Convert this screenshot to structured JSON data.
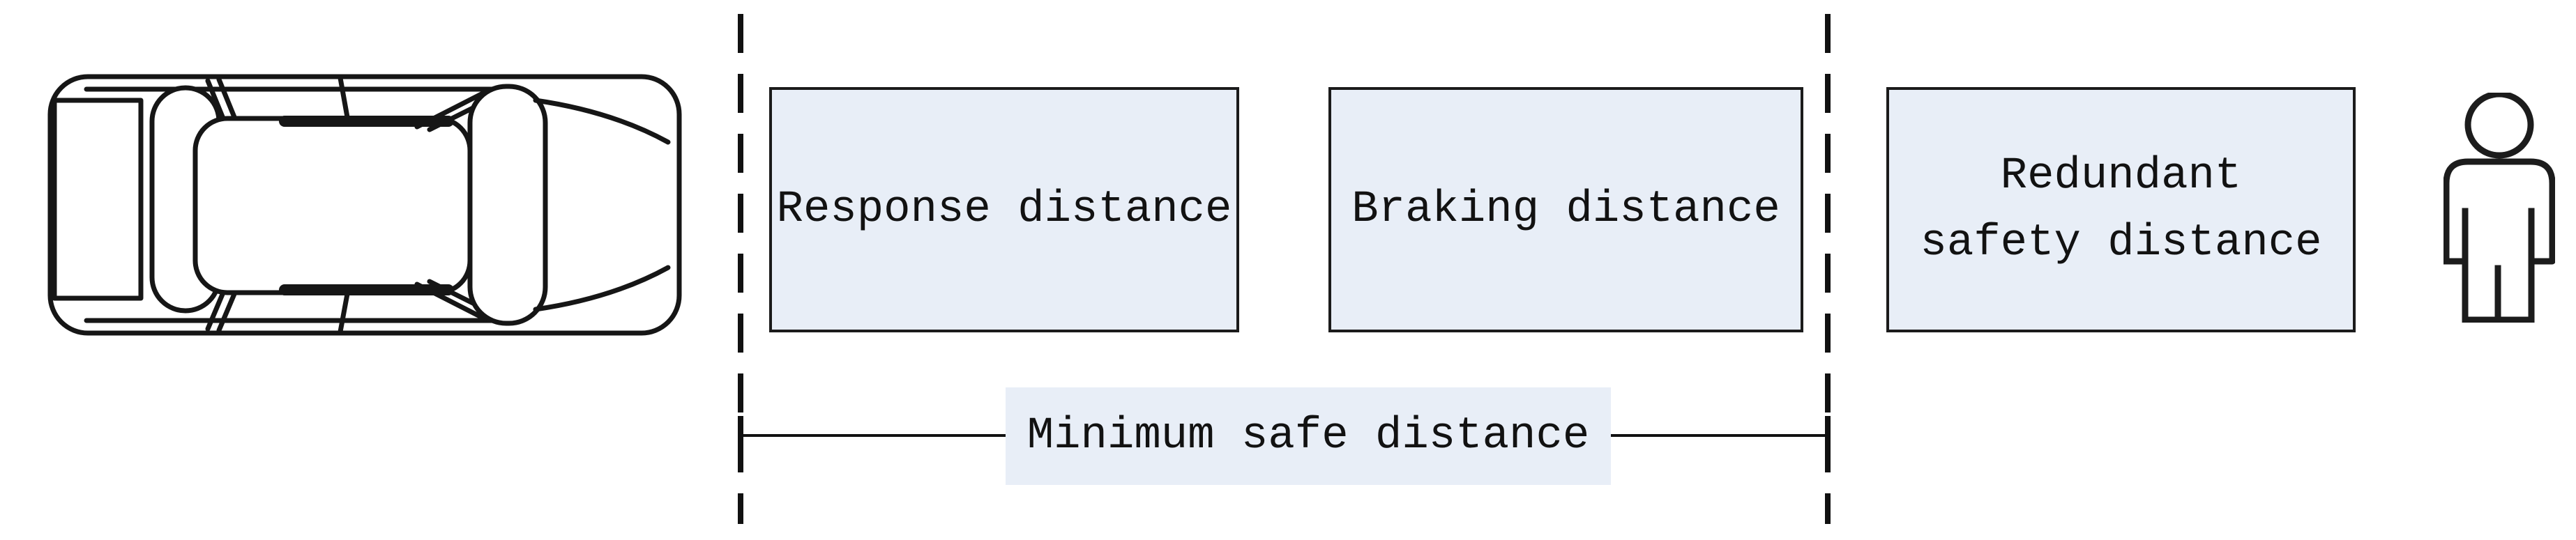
{
  "diagram": {
    "boxes": [
      {
        "label": "Response distance"
      },
      {
        "label": "Braking distance"
      },
      {
        "label": "Redundant safety distance"
      }
    ],
    "measure_label": "Minimum safe distance",
    "icons": {
      "left": "car-top-view-icon",
      "right": "pedestrian-icon"
    },
    "colors": {
      "background": "#ffffff",
      "box_fill": "#e8eef7",
      "box_border": "#1b1b1b",
      "line_color": "#111111",
      "text_color": "#121212"
    }
  }
}
